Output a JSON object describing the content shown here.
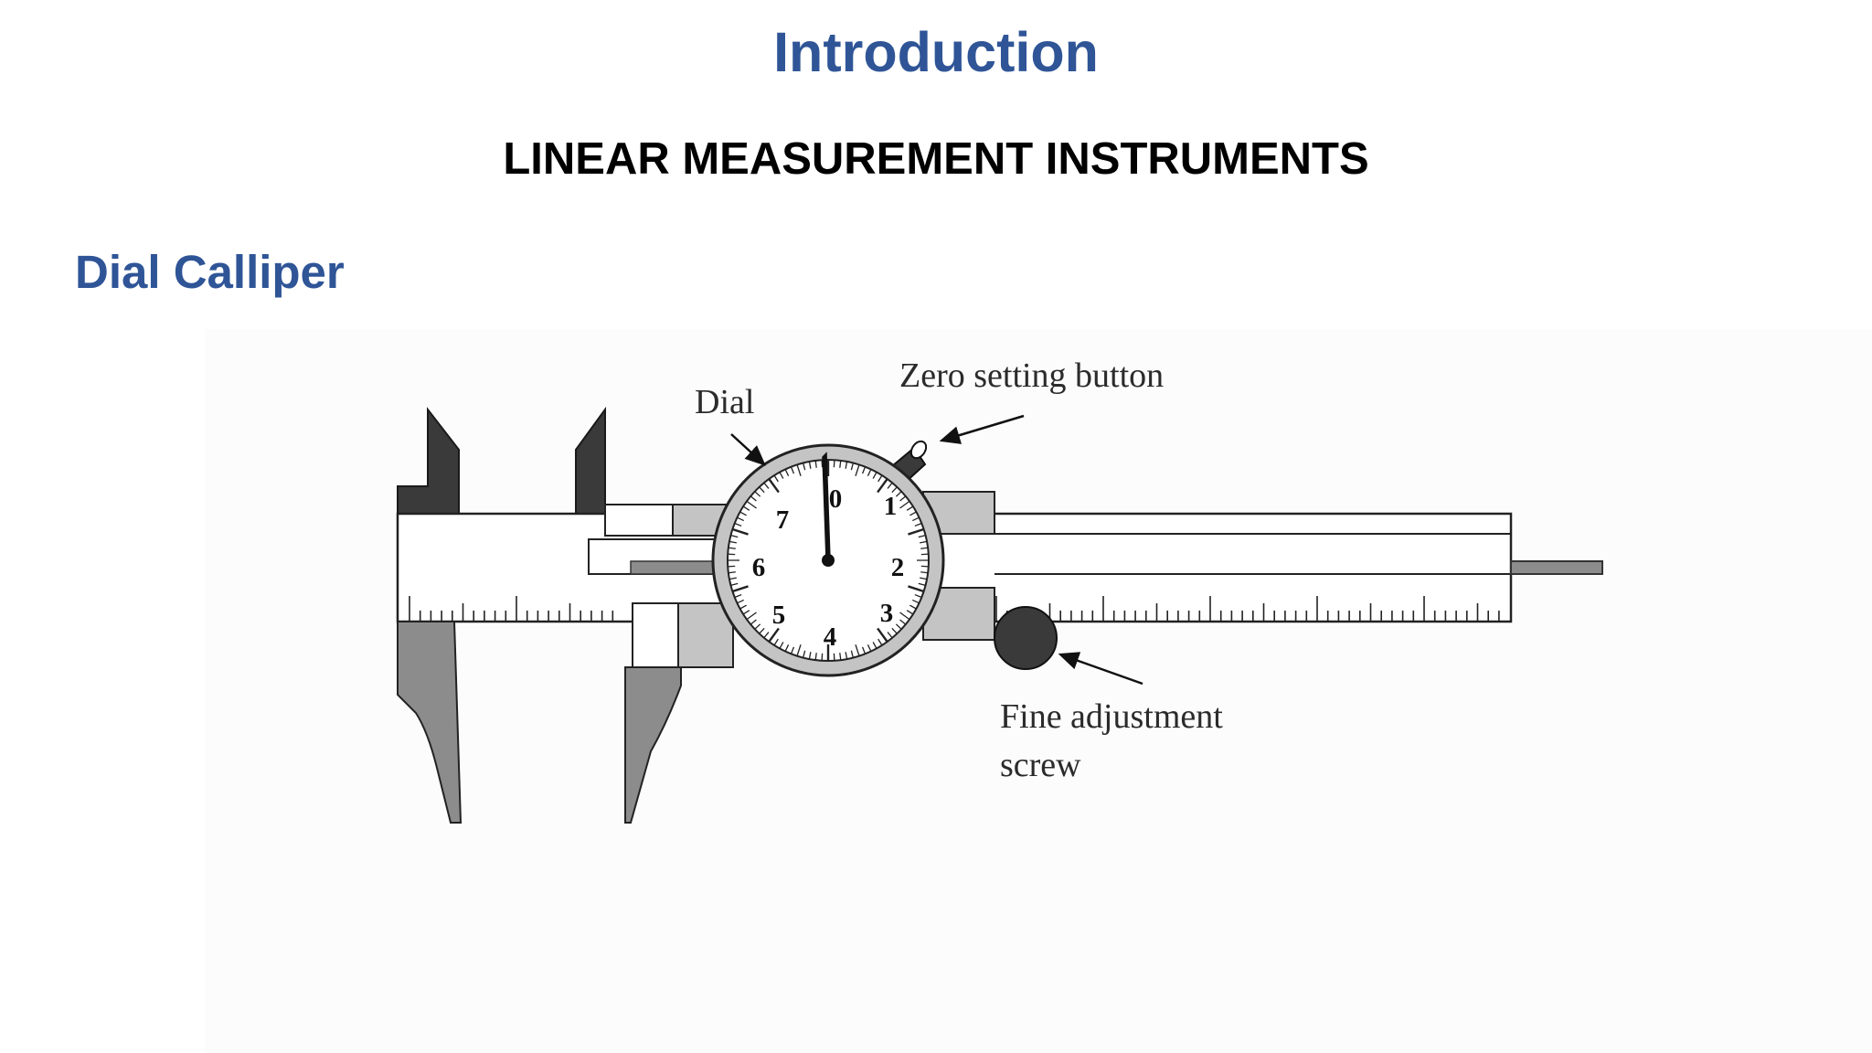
{
  "slide": {
    "title": "Introduction",
    "subtitle": "LINEAR MEASUREMENT INSTRUMENTS",
    "section_heading": "Dial Calliper"
  },
  "diagram": {
    "labels": {
      "dial": "Dial",
      "zero_button": "Zero setting button",
      "fine_adjust_line1": "Fine adjustment",
      "fine_adjust_line2": "screw"
    },
    "dial_numbers": [
      "0",
      "1",
      "2",
      "3",
      "4",
      "5",
      "6",
      "7"
    ]
  },
  "colors": {
    "heading_blue": "#2f5597",
    "dark_jaw": "#3a3a3a",
    "mid_gray": "#8c8c8c",
    "light_gray": "#c4c4c4"
  }
}
